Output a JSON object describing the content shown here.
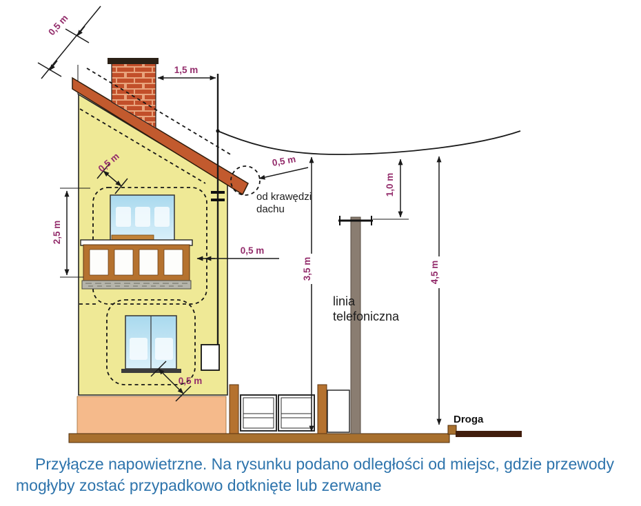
{
  "diagram": {
    "dims": {
      "ridge": "0,5 m",
      "chimney": "1,5 m",
      "roof_edge": "0,5 m",
      "upper_window": "0,5 m",
      "storey": "2,5 m",
      "balcony_side": "0,5 m",
      "phone_gap": "1,0 m",
      "yard_clearance": "3,5 m",
      "road_clearance": "4,5 m",
      "lower_window": "0,5 m"
    },
    "labels": {
      "roof_edge_1": "od krawędzi",
      "roof_edge_2": "dachu",
      "phone_1": "linia",
      "phone_2": "telefoniczna",
      "road": "Droga"
    },
    "colors": {
      "wall": "#efe996",
      "roof": "#c25a2e",
      "brick": "#c24f2a",
      "brick_mortar": "#e8a37c",
      "base": "#f5ba8b",
      "ground": "#a8702e",
      "road": "#411d0d",
      "wood": "#b5722f",
      "pole": "#8a7d71",
      "window": "#c3e5f3",
      "dimension_label": "#932c6b",
      "caption_text": "#2e74ac"
    }
  },
  "caption": {
    "line1": "Przyłącze napowietrzne. Na rysunku podano odległości od miejsc, gdzie przewody",
    "line2": "mogłyby zostać przypadkowo dotknięte lub zerwane"
  }
}
